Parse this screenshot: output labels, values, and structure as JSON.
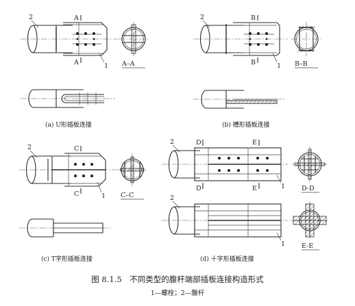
{
  "callouts": {
    "member": "2",
    "bolt": "1"
  },
  "panels": {
    "a": {
      "caption": "(a) U形插板连接",
      "sec_top": "A",
      "sec_bot": "A",
      "sec_label": "A–A"
    },
    "b": {
      "caption": "(b)  槽形插板连接",
      "sec_top": "B",
      "sec_bot": "B",
      "sec_label": "B–B"
    },
    "c": {
      "caption": "(c) T字形插板连接",
      "sec_top": "C",
      "sec_bot": "C",
      "sec_label": "C–C"
    },
    "d": {
      "caption": "(d)  十字形插板连接",
      "sec_d_top": "D",
      "sec_d_bot": "D",
      "sec_e_top": "E",
      "sec_e_bot": "E",
      "sec_label_d": "D-D",
      "sec_label_e": "E-E"
    }
  },
  "figure": {
    "title": "图 8.1.5　不同类型的腹杆端部插板连接构造形式",
    "legend": "1—螺栓；2—腹杆"
  }
}
